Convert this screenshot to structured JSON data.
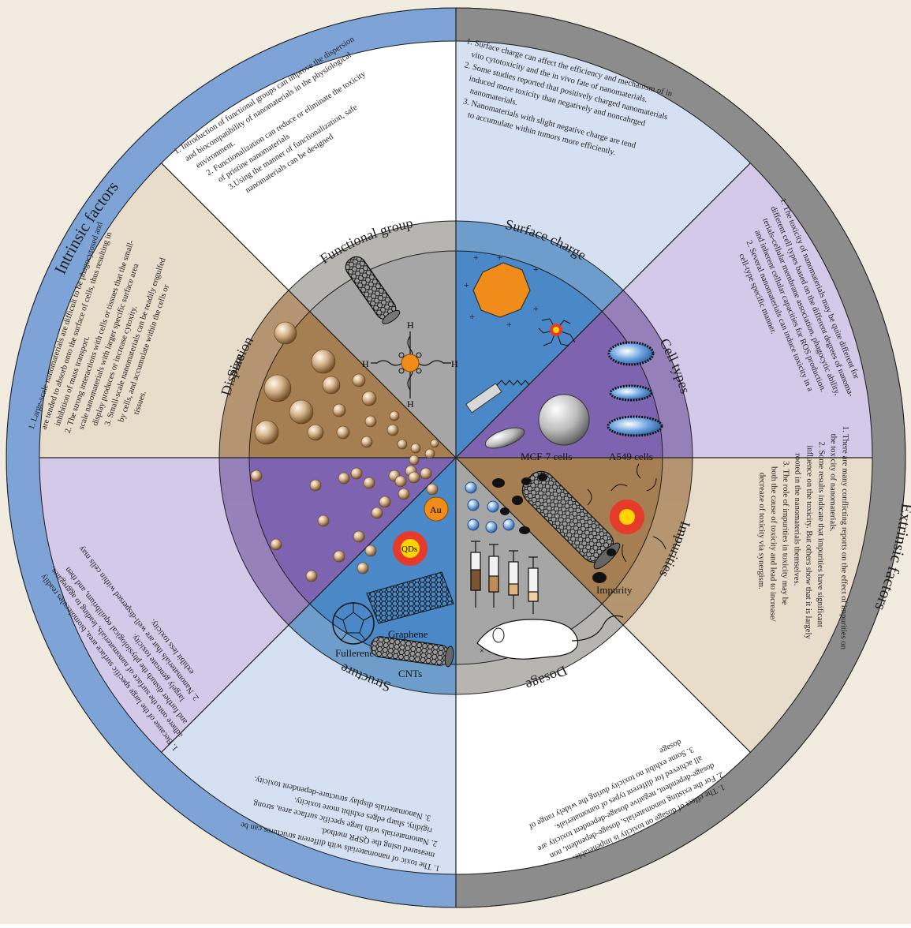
{
  "colors": {
    "page_bg": "#f2ebe0",
    "intrinsic_ring": "#7ea3d6",
    "extrinsic_ring": "#8c8c8c",
    "tan": "#a57e52",
    "tan_light": "#e8dccb",
    "gray": "#a6a6a6",
    "blue": "#4a88c7",
    "blue_light": "#d5e1f2",
    "purple": "#7d63b0",
    "purple_light": "#d4c9e8",
    "white": "#ffffff"
  },
  "rim": {
    "intrinsic": "Intrinsic factors",
    "extrinsic": "Extrinsic factors"
  },
  "sectors": {
    "functional_group": {
      "label": "Functional group",
      "notes": [
        "1. Introduction of functional groups can improve the dispersion",
        "and biocompatibility of nanomaterials in the physiological",
        "environment.",
        "2. Functionalization can reduce or eliminate the toxicity",
        "of pristine nanomaterials",
        "3.Using the manner of functionalization, safe",
        "nanomaterials can be designed"
      ]
    },
    "surface_charge": {
      "label": "Surface charge",
      "notes": [
        "1. Surface charge can affect the efficiency and mechanism of in",
        "vito cytotoxicity and the in vivo fate of nanomaterials.",
        "2. Some studies reported that positively charged nanomaterials",
        "induced more toxicity than negatively and noncahrged",
        "nanomaterials.",
        "3. Nanomaterials with slight negative charge are tend",
        "to accumulate within tumors more efficiently."
      ]
    },
    "cell_types": {
      "label": "Cell types",
      "notes": [
        "1. The toxicity of nanomaterials may be quite different for",
        "different cell types based on the different degrees of nanoma-",
        "terials-cellular membrane association, phagocytic ability,",
        "and inherent cellular capacities for ROS production.",
        "2. Several nanomaterials can induce toxicity in a",
        "cell-type specific manner."
      ],
      "icon_labels": {
        "mcf7": "MCF-7 cells",
        "a549": "A549 cells"
      }
    },
    "impurities": {
      "label": "Impurities",
      "notes": [
        "1. There are many conflicting reports on the effect of impurities on",
        "the toxicity of nanomaterials.",
        "2. Some results indicate that impurities have significant",
        "influence on the toxicity. But others show that it is largely",
        "rooted in the nanomaterials themselves.",
        "3. The role of impurities in toxicity may be",
        "both the cause of toxicity and lead to increase/",
        "decreaze of toxicity via synergism."
      ],
      "icon_labels": {
        "impurity": "Impurity"
      }
    },
    "dosage": {
      "label": "Dosage",
      "notes": [
        "1. The effect of dosage on toxicity is impenetable.",
        "2. For the existing nanomaterials, dosage-dependent, non",
        "dosage-dependent, negative dosage-dependent toxicity are",
        "all achieved for different types of nanomaterials.",
        "3. Some exhibit no toxicity during the widely range of",
        "dosage"
      ]
    },
    "structure": {
      "label": "Structure",
      "notes": [
        "1. The toxic of nanomaterials with different structures can be",
        "measured using the QSPR method.",
        "2. Nanomaterials with large specific surface area, strong",
        "rigidity, sharp edges exhibit more toxicity.",
        "3. Nanomaterials display structure-dependent toxicity."
      ],
      "icon_labels": {
        "au": "Au",
        "qds": "QDs",
        "graphene": "Graphene",
        "fullerene": "Fullerene",
        "cnts": "CNTs"
      }
    },
    "dispersion": {
      "label": "Dispersion",
      "notes": [
        "1. Because of the large specific surface area, biomolecules readily",
        "adhere onto the surface of nanomaterials, leading to aggregates,",
        "and further disturb the physiological equilibrium, and then",
        "largely generate toxicity.",
        "2. Nanomaterials that are well-dispersed within cells may",
        "exhibit less toxicity."
      ]
    },
    "size": {
      "label": "Size",
      "notes": [
        "1. Large-scale nanomaterials are difficult to be phagocytosed and",
        "are tended to absorb onto the surface of cells, thus resulting in",
        "inhibition of mass transport.",
        "2. The strong interactions with cells or tissues that the small-",
        "scale nanomaterials with larger specific surface area",
        "display produces or increase cytoxity.",
        "3. Small-scale nanomaterials can be readily engulfed",
        "by cells, and accumulate within the cells or",
        "tissues."
      ]
    }
  },
  "icons": {
    "surface_charge": [
      "octagon-particle-icon",
      "plus-charge-icon",
      "charged-nanoparticle-icon",
      "nanorod-icon"
    ],
    "cell_types": [
      "sphere-cell-icon",
      "ellipsoid-cell-icon"
    ],
    "impurities": [
      "carbon-nanotube-icon",
      "impurity-particle-icon",
      "quantum-dot-icon"
    ],
    "dosage": [
      "syringe-icon",
      "mouse-icon",
      "nanosphere-icon"
    ],
    "structure": [
      "gold-nanoparticle-icon",
      "quantum-dot-icon",
      "graphene-sheet-icon",
      "fullerene-icon",
      "carbon-nanotube-icon"
    ],
    "dispersion": [
      "dispersed-particle-icon"
    ],
    "size": [
      "large-sphere-icon",
      "small-sphere-icon"
    ],
    "functional_group": [
      "carbon-nanotube-icon",
      "functionalized-particle-icon"
    ]
  }
}
